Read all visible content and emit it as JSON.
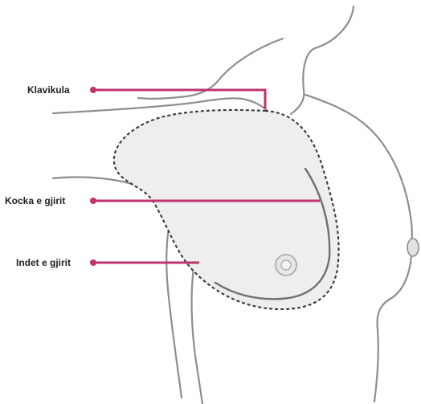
{
  "figure": {
    "accent_color": "#c2336e",
    "region_fill": "#eeeeef",
    "line_color": "#8e8e8e"
  },
  "labels": {
    "clavicle": "Klavikula",
    "ribs": "Kocka e gjirit",
    "breast_tissue": "Indet e gjirit"
  }
}
